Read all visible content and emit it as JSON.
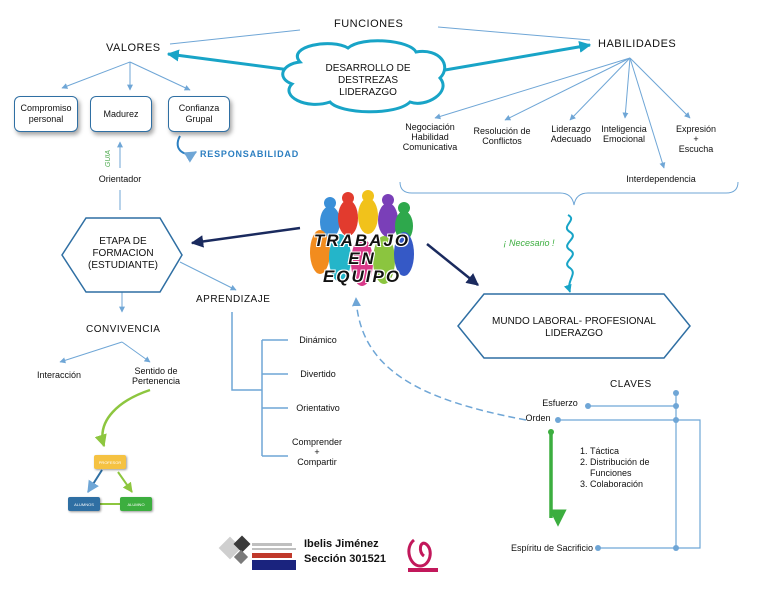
{
  "map": {
    "funciones": "FUNCIONES",
    "valores": "VALORES",
    "habilidades": "HABILIDADES",
    "centro_cloud": [
      "DESARROLLO DE",
      "DESTREZAS",
      "LIDERAZGO"
    ],
    "valores_items": [
      {
        "lines": [
          "Compromiso",
          "personal"
        ]
      },
      {
        "lines": [
          "Madurez"
        ]
      },
      {
        "lines": [
          "Confianza",
          "Grupal"
        ]
      }
    ],
    "responsabilidad": "RESPONSABILIDAD",
    "guia": "GUIA",
    "orientador": "Orientador",
    "habilidades_items": [
      {
        "lines": [
          "Negociación",
          "Habilidad",
          "Comunicativa"
        ]
      },
      {
        "lines": [
          "Resolución de",
          "Conflictos"
        ]
      },
      {
        "lines": [
          "Liderazgo",
          "Adecuado"
        ]
      },
      {
        "lines": [
          "Inteligencia",
          "Emocional"
        ]
      },
      {
        "lines": [
          "Expresión",
          "+",
          "Escucha"
        ]
      }
    ],
    "interdependencia": "Interdependencia",
    "trabajo_en_equipo": [
      "TRABAJO",
      "EN",
      "EQUIPO"
    ],
    "etapa": [
      "ETAPA DE",
      "FORMACION",
      "(ESTUDIANTE)"
    ],
    "necesario": "¡ Necesario !",
    "mundo_laboral": [
      "MUNDO LABORAL- PROFESIONAL",
      "LIDERAZGO"
    ],
    "convivencia": "CONVIVENCIA",
    "interaccion": "Interacción",
    "pertenencia": [
      "Sentido de",
      "Pertenencia"
    ],
    "aprendizaje": "APRENDIZAJE",
    "aprendizaje_items": [
      {
        "lines": [
          "Dinámico"
        ]
      },
      {
        "lines": [
          "Divertido"
        ]
      },
      {
        "lines": [
          "Orientativo"
        ]
      },
      {
        "lines": [
          "Comprender",
          "+",
          "Compartir"
        ]
      }
    ],
    "claves": "CLAVES",
    "esfuerzo": "Esfuerzo",
    "orden": "Orden",
    "tacticas": [
      "Táctica",
      "Distribución de",
      "Funciones",
      "Colaboración"
    ],
    "espiritu": "Espíritu de Sacrificio",
    "mini": {
      "top": "PROFESOR",
      "left": "ALUMNOS",
      "right": "ALUMNO"
    }
  },
  "author": {
    "name": "Ibelis Jiménez",
    "section": "Sección 301521"
  },
  "colors": {
    "line": "#6fa6d6",
    "dark_arrow": "#1a2a5e",
    "cyan_arrow": "#18a4c7",
    "green": "#3cae3f",
    "lime": "#8dc63f",
    "box_border": "#2f6fa3",
    "responsabilidad": "#2c7fc1"
  }
}
